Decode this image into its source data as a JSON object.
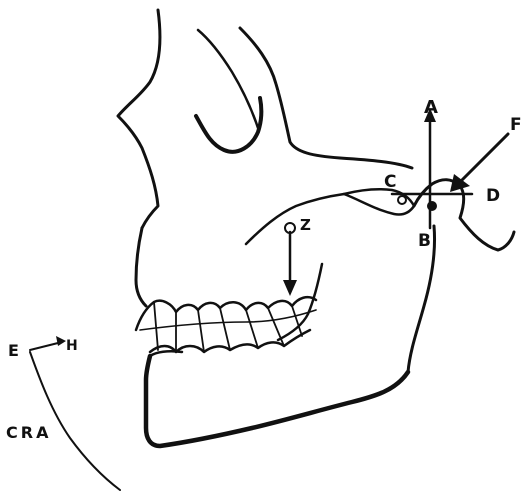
{
  "labels": {
    "A": "A",
    "B": "B",
    "C": "C",
    "D": "D",
    "F": "F",
    "Z": "Z",
    "E": "E",
    "H": "H",
    "CRA": "CRA"
  }
}
